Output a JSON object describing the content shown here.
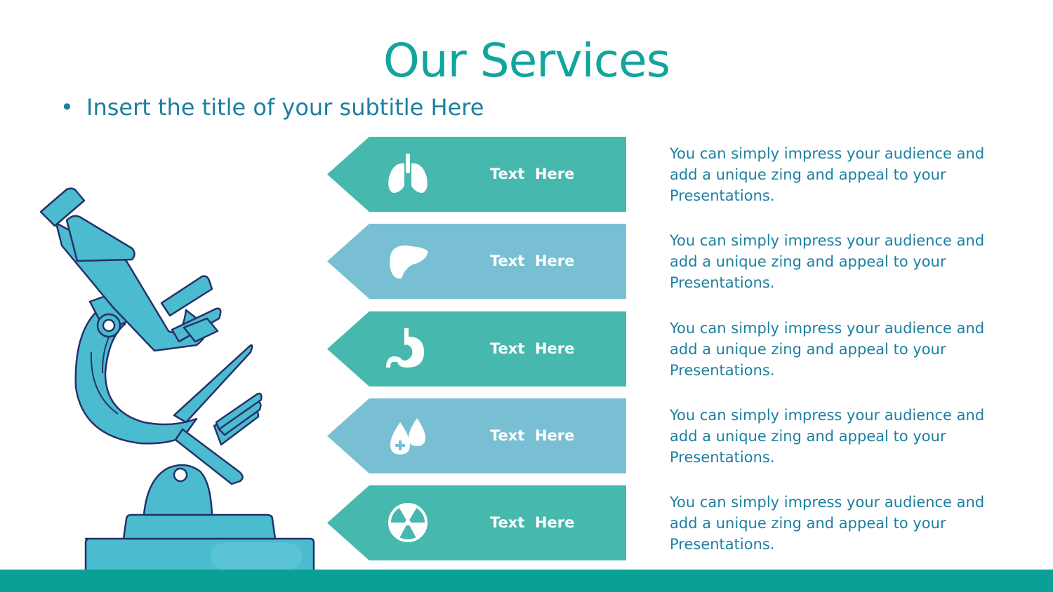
{
  "slide": {
    "title": "Our Services",
    "subtitle_bullet": "•",
    "subtitle": "Insert the title of your subtitle Here"
  },
  "colors": {
    "title": "#12a59b",
    "text": "#1b7fa0",
    "teal": "#46b8ae",
    "blue": "#78bfd3",
    "band": "#0aa095",
    "microscope_fill": "#4bbbd0",
    "microscope_outline": "#26316a"
  },
  "services": [
    {
      "icon": "lungs-icon",
      "label": "Text  Here",
      "color": "#46b8ae",
      "desc": [
        "You can simply impress your audience and",
        "add a unique zing and appeal to your",
        "Presentations."
      ]
    },
    {
      "icon": "liver-icon",
      "label": "Text  Here",
      "color": "#78bfd3",
      "desc": [
        "You can simply impress your audience and",
        "add a unique zing and appeal to your",
        "Presentations."
      ]
    },
    {
      "icon": "stomach-icon",
      "label": "Text  Here",
      "color": "#46b8ae",
      "desc": [
        "You can simply impress your audience and",
        "add a unique zing and appeal to your",
        "Presentations."
      ]
    },
    {
      "icon": "blood-drops-icon",
      "label": "Text  Here",
      "color": "#78bfd3",
      "desc": [
        "You can simply impress your audience and",
        "add a unique zing and appeal to your",
        "Presentations."
      ]
    },
    {
      "icon": "radiation-icon",
      "label": "Text  Here",
      "color": "#46b8ae",
      "desc": [
        "You can simply impress your audience and",
        "add a unique zing and appeal to your",
        "Presentations."
      ]
    }
  ]
}
